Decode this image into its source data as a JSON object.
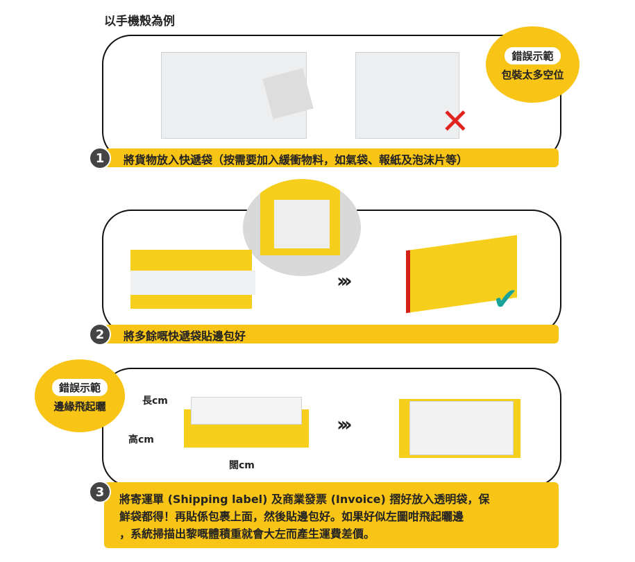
{
  "title": "以手機殼為例",
  "step1": {
    "number": "1",
    "text": "將貨物放入快遞袋（按需要加入緩衝物料，如氣袋、報紙及泡沫片等）"
  },
  "bubble1": {
    "label": "錯誤示範",
    "text": "包裝太多空位"
  },
  "step2": {
    "number": "2",
    "text": "將多餘嘅快遞袋貼邊包好"
  },
  "step3": {
    "number": "3",
    "lines": [
      "將寄運單 (Shipping label) 及商業發票 (Invoice) 摺好放入透明袋，保",
      "鮮袋都得！再貼係包裹上面，然後貼邊包好。如果好似左圖咁飛起曬邊",
      "，系統掃描出黎嘅體積重就會大左而產生運費差價。"
    ]
  },
  "bubble3": {
    "label": "錯誤示範",
    "text": "邊緣飛起曬"
  },
  "dimensions": {
    "length": "長cm",
    "height": "高cm",
    "width": "闊cm"
  },
  "arrows": "›››",
  "colors": {
    "yellow": "#f8c416",
    "dark": "#444444",
    "red": "#e0231f",
    "teal": "#1aa39a"
  }
}
